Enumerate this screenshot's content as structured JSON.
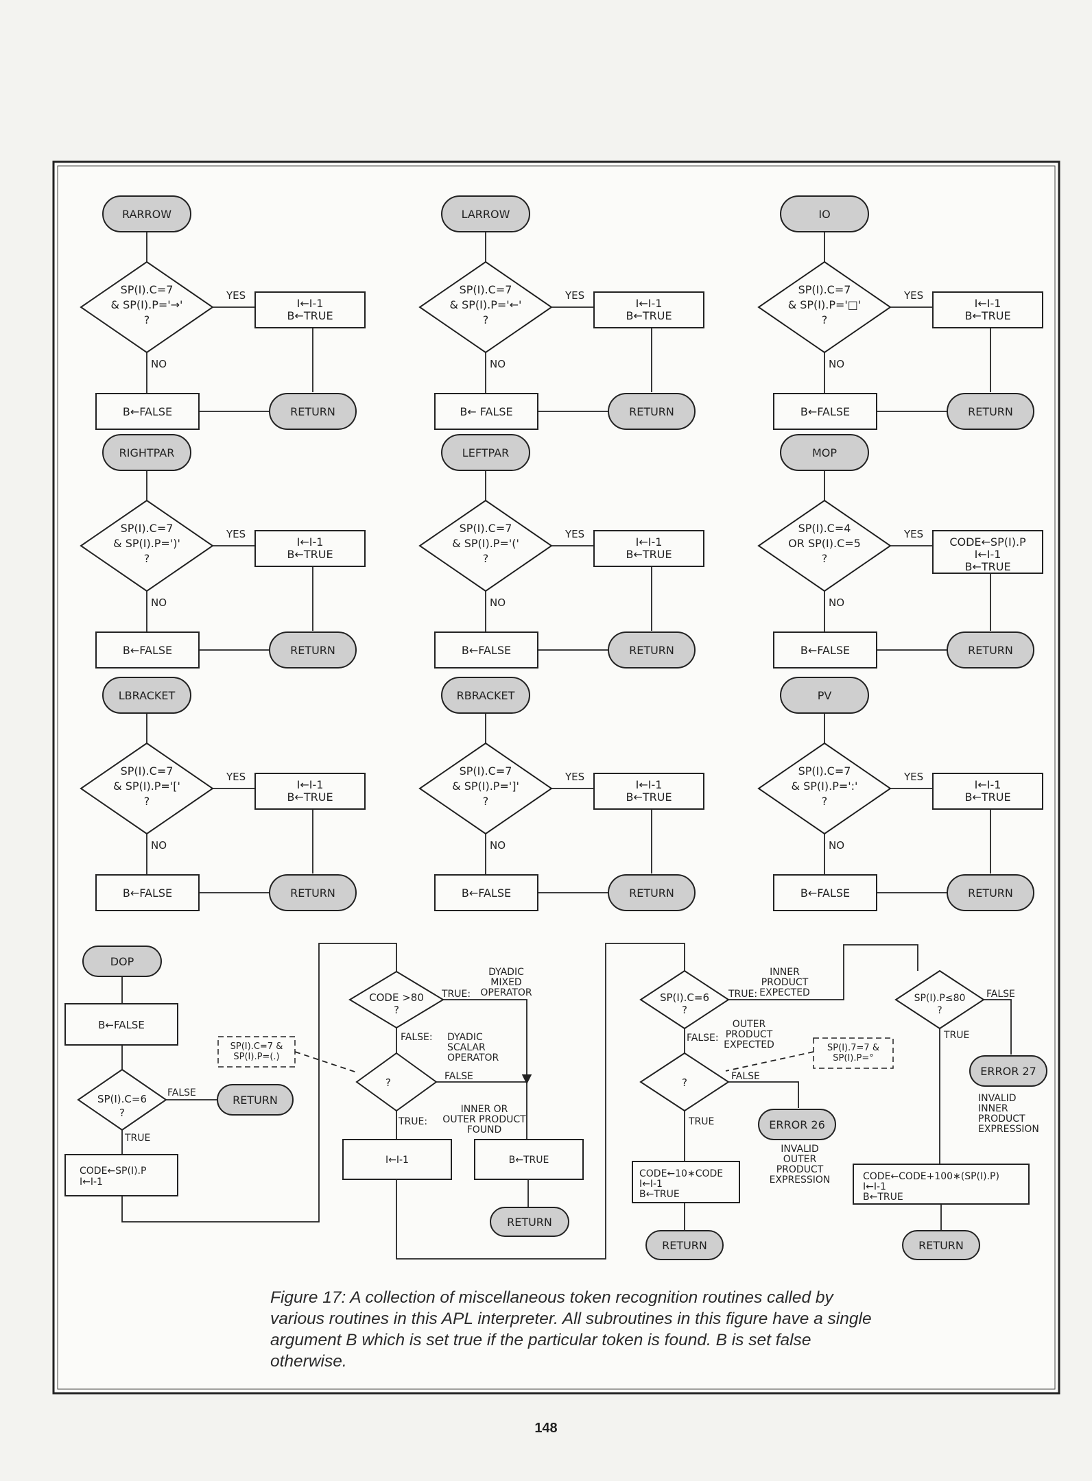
{
  "routines": [
    {
      "name": "RARROW",
      "cond": [
        "SP(I).C=7",
        "& SP(I).P='→'",
        "?"
      ],
      "yes": "YES",
      "no": "NO",
      "action": [
        "I←I-1",
        "B←TRUE"
      ],
      "false_box": "B←FALSE",
      "ret": "RETURN"
    },
    {
      "name": "LARROW",
      "cond": [
        "SP(I).C=7",
        "& SP(I).P='←'",
        "?"
      ],
      "yes": "YES",
      "no": "NO",
      "action": [
        "I←I-1",
        "B←TRUE"
      ],
      "false_box": "B← FALSE",
      "ret": "RETURN"
    },
    {
      "name": "IO",
      "cond": [
        "SP(I).C=7",
        "& SP(I).P='□'",
        "?"
      ],
      "yes": "YES",
      "no": "NO",
      "action": [
        "I←I-1",
        "B←TRUE"
      ],
      "false_box": "B←FALSE",
      "ret": "RETURN"
    },
    {
      "name": "RIGHTPAR",
      "cond": [
        "SP(I).C=7",
        "& SP(I).P=')'",
        "?"
      ],
      "yes": "YES",
      "no": "NO",
      "action": [
        "I←I-1",
        "B←TRUE"
      ],
      "false_box": "B←FALSE",
      "ret": "RETURN"
    },
    {
      "name": "LEFTPAR",
      "cond": [
        "SP(I).C=7",
        "& SP(I).P='('",
        "?"
      ],
      "yes": "YES",
      "no": "NO",
      "action": [
        "I←I-1",
        "B←TRUE"
      ],
      "false_box": "B←FALSE",
      "ret": "RETURN"
    },
    {
      "name": "MOP",
      "cond": [
        "SP(I).C=4",
        "OR SP(I).C=5",
        "?"
      ],
      "yes": "YES",
      "no": "NO",
      "action": [
        "CODE←SP(I).P",
        "I←I-1",
        "B←TRUE"
      ],
      "false_box": "B←FALSE",
      "ret": "RETURN"
    },
    {
      "name": "LBRACKET",
      "cond": [
        "SP(I).C=7",
        "& SP(I).P='['",
        "?"
      ],
      "yes": "YES",
      "no": "NO",
      "action": [
        "I←I-1",
        "B←TRUE"
      ],
      "false_box": "B←FALSE",
      "ret": "RETURN"
    },
    {
      "name": "RBRACKET",
      "cond": [
        "SP(I).C=7",
        "& SP(I).P=']'",
        "?"
      ],
      "yes": "YES",
      "no": "NO",
      "action": [
        "I←I-1",
        "B←TRUE"
      ],
      "false_box": "B←FALSE",
      "ret": "RETURN"
    },
    {
      "name": "PV",
      "cond": [
        "SP(I).C=7",
        "& SP(I).P=':'",
        "?"
      ],
      "yes": "YES",
      "no": "NO",
      "action": [
        "I←I-1",
        "B←TRUE"
      ],
      "false_box": "B←FALSE",
      "ret": "RETURN"
    }
  ],
  "dop": {
    "name": "DOP",
    "init_box": "B←FALSE",
    "cond1": [
      "SP(I).C=6",
      "?"
    ],
    "false_label": "FALSE",
    "true_label": "TRUE",
    "ret1": "RETURN",
    "action1": [
      "CODE←SP(I).P",
      "I←I-1"
    ],
    "cond2": [
      "CODE >80",
      "?"
    ],
    "true_label2": "TRUE:",
    "dyadic_mixed": [
      "DYADIC",
      "MIXED",
      "OPERATOR"
    ],
    "false_label2": "FALSE:",
    "dyadic_scalar": [
      "DYADIC",
      "SCALAR",
      "OPERATOR"
    ],
    "note1": [
      "SP(I).C=7 &",
      "SP(I).P=(.)"
    ],
    "cond3": "?",
    "false_label3": "FALSE",
    "true_label3": "TRUE:",
    "inner_outer_found": [
      "INNER  OR",
      "OUTER PRODUCT",
      "FOUND"
    ],
    "action2": "I←I-1",
    "action3": "B←TRUE",
    "ret2": "RETURN",
    "cond4": [
      "SP(I).C=6",
      "?"
    ],
    "true_label4": "TRUE:",
    "inner_expected": [
      "INNER",
      "PRODUCT",
      "EXPECTED"
    ],
    "false_label4": "FALSE:",
    "outer_expected": [
      "OUTER",
      "PRODUCT",
      "EXPECTED"
    ],
    "note2": [
      "SP(I).7=7 &",
      "SP(I).P=°"
    ],
    "cond5": "?",
    "false_label5": "FALSE",
    "true_label5": "TRUE",
    "error26": "ERROR 26",
    "error26_text": [
      "INVALID",
      "OUTER",
      "PRODUCT",
      "EXPRESSION"
    ],
    "action4": [
      "CODE←10∗CODE",
      "I←I-1",
      "B←TRUE"
    ],
    "ret3": "RETURN",
    "cond6": [
      "SP(I).P≤80",
      "?"
    ],
    "false_label6": "FALSE",
    "true_label6": "TRUE",
    "error27": "ERROR 27",
    "error27_text": [
      "INVALID",
      "INNER",
      "PRODUCT",
      "EXPRESSION"
    ],
    "action5": [
      "CODE←CODE+100∗(SP(I).P)",
      "I←I-1",
      "B←TRUE"
    ],
    "ret4": "RETURN"
  },
  "caption": "Figure 17: A collection of miscellaneous token recognition routines called by various routines in this APL interpreter. All subroutines in this figure have a single argument B which is set true if the particular token is found. B is set false otherwise.",
  "page_number": "148"
}
